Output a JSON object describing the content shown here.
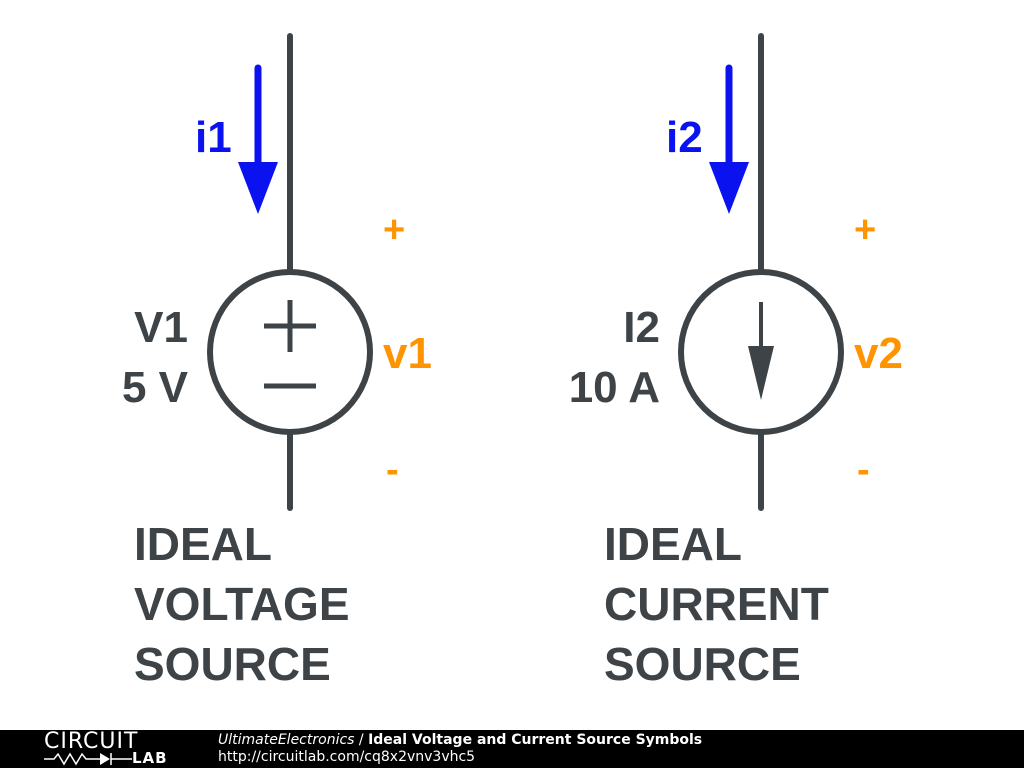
{
  "colors": {
    "wire": "#3d4347",
    "label": "#3d4347",
    "current_arrow": "#0a12f0",
    "polarity": "#ff9400",
    "footer_bg": "#000000",
    "footer_text": "#ffffff"
  },
  "left_circuit": {
    "current_label": "i1",
    "name": "V1",
    "value": "5 V",
    "polarity_plus": "+",
    "polarity_minus": "-",
    "voltage_label": "v1",
    "caption_line1": "IDEAL",
    "caption_line2": "VOLTAGE",
    "caption_line3": "SOURCE",
    "symbol_icon": "voltage-source-plus-minus"
  },
  "right_circuit": {
    "current_label": "i2",
    "name": "I2",
    "value": "10 A",
    "polarity_plus": "+",
    "polarity_minus": "-",
    "voltage_label": "v2",
    "caption_line1": "IDEAL",
    "caption_line2": "CURRENT",
    "caption_line3": "SOURCE",
    "symbol_icon": "current-source-down-arrow"
  },
  "footer": {
    "logo_top": "CIRCUIT",
    "logo_bottom": "LAB",
    "author": "UltimateElectronics",
    "separator": " / ",
    "title": "Ideal Voltage and Current Source Symbols",
    "url": "http://circuitlab.com/cq8x2vnv3vhc5"
  }
}
